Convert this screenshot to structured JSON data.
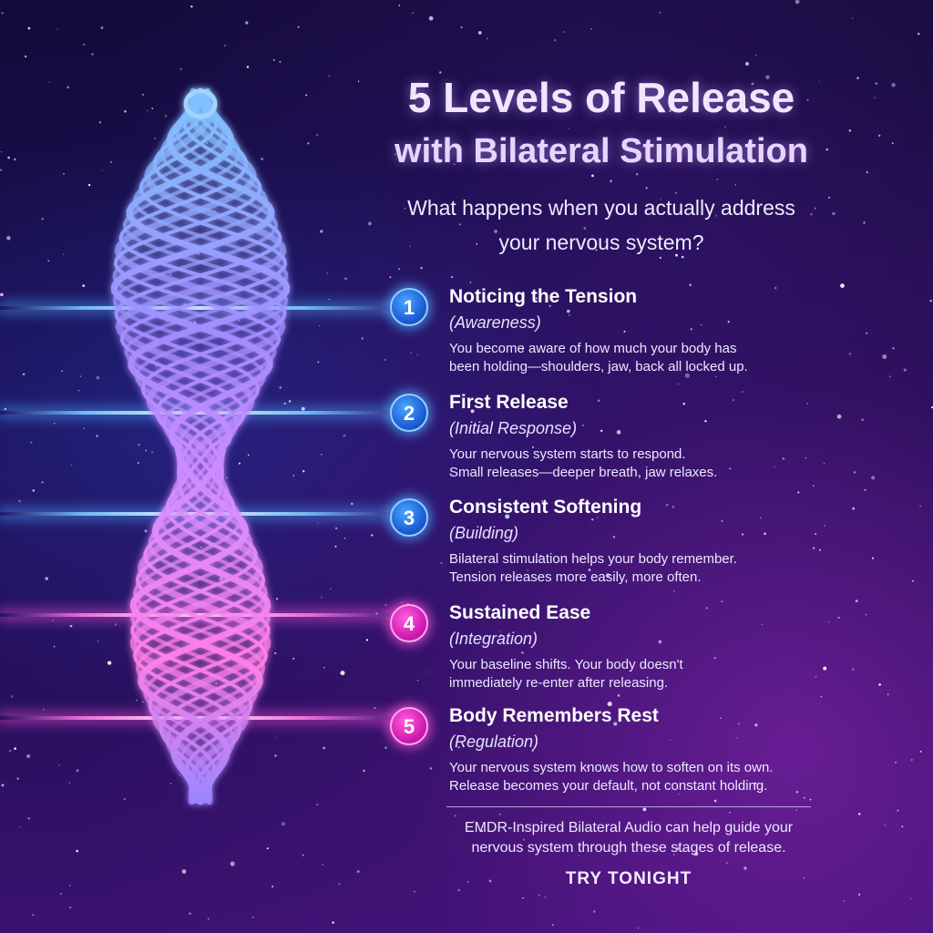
{
  "header": {
    "title_line1": "5 Levels of Release",
    "title_line2": "with Bilateral Stimulation",
    "subtitle_line1": "What happens when you actually address",
    "subtitle_line2": "your nervous system?"
  },
  "levels": [
    {
      "number": "1",
      "title": "Noticing the Tension",
      "subtitle": "(Awareness)",
      "desc_line1": "You become aware of how much your body has",
      "desc_line2": "been holding—shoulders, jaw, back all locked up.",
      "color": "#2a7cff"
    },
    {
      "number": "2",
      "title": "First Release",
      "subtitle": "(Initial Response)",
      "desc_line1": "Your nervous system starts to respond.",
      "desc_line2": "Small releases—deeper breath, jaw relaxes.",
      "color": "#2a7cff"
    },
    {
      "number": "3",
      "title": "Consistent Softening",
      "subtitle": "(Building)",
      "desc_line1": "Bilateral stimulation helps your body remember.",
      "desc_line2": "Tension releases more easily, more often.",
      "color": "#2a7cff"
    },
    {
      "number": "4",
      "title": "Sustained Ease",
      "subtitle": "(Integration)",
      "desc_line1": "Your baseline shifts. Your body doesn't",
      "desc_line2": "immediately re-enter after releasing.",
      "color": "#e030c8"
    },
    {
      "number": "5",
      "title": "Body Remembers Rest",
      "subtitle": "(Regulation)",
      "desc_line1": "Your nervous system knows how to soften on its own.",
      "desc_line2": "Release becomes your default, not constant holding.",
      "color": "#e030c8"
    }
  ],
  "footer": {
    "line1": "EMDR-Inspired Bilateral Audio can help guide your",
    "line2": "nervous system through these stages of release.",
    "cta": "TRY TONIGHT"
  },
  "colors": {
    "background": "#1a0c45",
    "accent_blue": "#4aa8ff",
    "accent_pink": "#ff5fe0",
    "title_text": "#f0e6ff"
  },
  "illustration": {
    "name": "glowing-braid-illustration"
  }
}
